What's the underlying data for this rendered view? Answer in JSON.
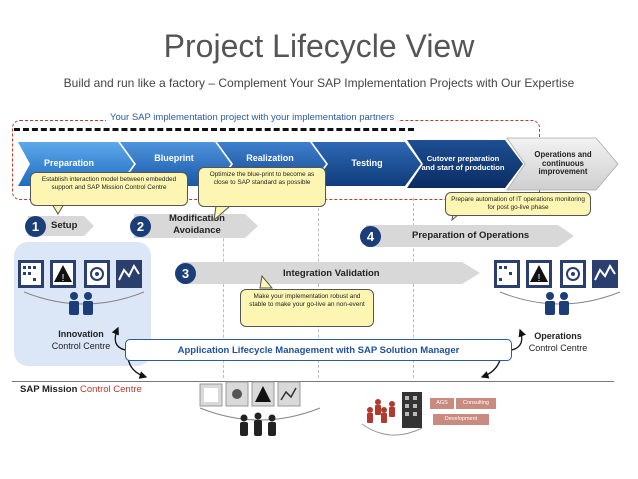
{
  "header": {
    "title": "Project Lifecycle View",
    "subtitle": "Build and run like a factory – Complement Your SAP Implementation Projects with Our Expertise"
  },
  "frame_label": "Your SAP implementation project with your implementation partners",
  "phases": [
    {
      "label": "Preparation"
    },
    {
      "label": "Blueprint"
    },
    {
      "label": "Realization"
    },
    {
      "label": "Testing"
    },
    {
      "label": "Cutover preparation and start of production"
    },
    {
      "label": "Operations and continuous improvement"
    }
  ],
  "callouts": {
    "interaction": "Establish interaction model between embedded support and SAP Mission Control Centre",
    "blueprint": "Optimize the blue-print to become as close to SAP standard as possible",
    "automation": "Prepare automation of IT operations monitoring for post go-live phase",
    "robust": "Make your implementation robust and stable to make your go-live an non-event"
  },
  "steps": [
    {
      "number": "1",
      "label": "Setup"
    },
    {
      "number": "2",
      "label": "Modification Avoidance"
    },
    {
      "number": "3",
      "label": "Integration Validation"
    },
    {
      "number": "4",
      "label": "Preparation of Operations"
    }
  ],
  "centres": {
    "innovation": {
      "title": "Innovation",
      "subtitle": "Control Centre"
    },
    "operations": {
      "title": "Operations",
      "subtitle": "Control Centre"
    }
  },
  "alm_label": "Application Lifecycle Management with SAP Solution Manager",
  "mission": {
    "part1": "SAP Mission ",
    "part2": "Control Centre"
  },
  "tags": {
    "ags": "AGS",
    "consulting": "Consulting",
    "development": "Development"
  },
  "colors": {
    "title": "#555555",
    "frame": "#c0392b",
    "step_circle": "#1b3d78",
    "callout": "#fdf6b2",
    "innovation_bg": "#dbe6f6"
  }
}
